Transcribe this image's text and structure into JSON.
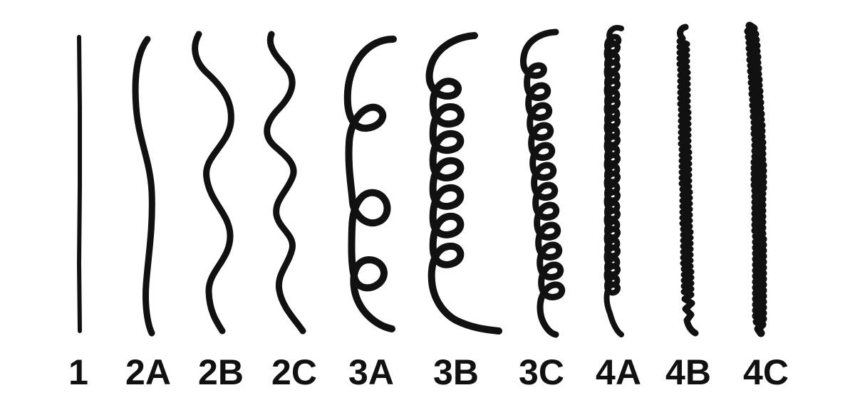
{
  "hair_types": [
    {
      "label": "1",
      "pattern": "straight"
    },
    {
      "label": "2A",
      "pattern": "wavy"
    },
    {
      "label": "2B",
      "pattern": "wavy"
    },
    {
      "label": "2C",
      "pattern": "wavy"
    },
    {
      "label": "3A",
      "pattern": "curly"
    },
    {
      "label": "3B",
      "pattern": "curly"
    },
    {
      "label": "3C",
      "pattern": "curly"
    },
    {
      "label": "4A",
      "pattern": "coily"
    },
    {
      "label": "4B",
      "pattern": "coily"
    },
    {
      "label": "4C",
      "pattern": "coily"
    }
  ],
  "colors": {
    "ink": "#111111",
    "background": "#ffffff"
  }
}
